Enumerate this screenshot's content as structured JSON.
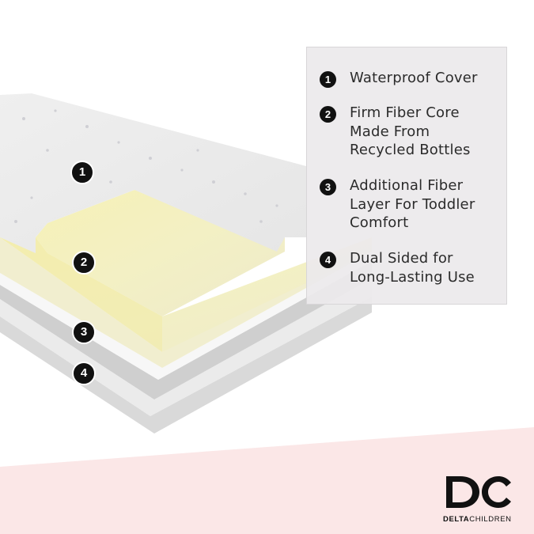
{
  "features": [
    {
      "number": "1",
      "text": "Waterproof Cover"
    },
    {
      "number": "2",
      "text": "Firm Fiber Core\nMade From\nRecycled Bottles"
    },
    {
      "number": "3",
      "text": "Additional Fiber\nLayer For Toddler\nComfort"
    },
    {
      "number": "4",
      "text": "Dual Sided for\nLong-Lasting Use"
    }
  ],
  "layer_markers": [
    "1",
    "2",
    "3",
    "4"
  ],
  "brand": {
    "bold": "DELTA",
    "regular": "CHILDREN"
  },
  "colors": {
    "badge": "#111111",
    "panel": "#eceaec",
    "cover": "#eeeeee",
    "foam": "#f4f2c6",
    "pink_band": "#fbe7e7"
  }
}
